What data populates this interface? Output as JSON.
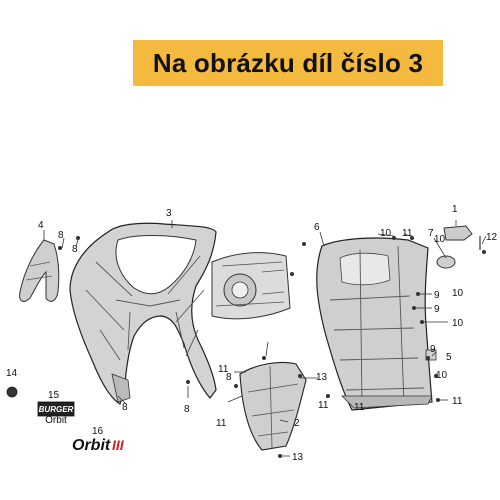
{
  "banner": {
    "text": "Na obrázku díl číslo 3",
    "background": "#f4b93f"
  },
  "logos": {
    "badge": "BURGER",
    "badge_sub": "Orbit",
    "orbit": "Orbit",
    "orbit_mark": "III"
  },
  "callouts": [
    {
      "key": "c1",
      "text": "1"
    },
    {
      "key": "c2",
      "text": "2"
    },
    {
      "key": "c3",
      "text": "3"
    },
    {
      "key": "c4",
      "text": "4"
    },
    {
      "key": "c5",
      "text": "5"
    },
    {
      "key": "c6",
      "text": "6"
    },
    {
      "key": "c7",
      "text": "7"
    },
    {
      "key": "c8a",
      "text": "8"
    },
    {
      "key": "c8b",
      "text": "8"
    },
    {
      "key": "c8c",
      "text": "8"
    },
    {
      "key": "c8d",
      "text": "8"
    },
    {
      "key": "c8e",
      "text": "8"
    },
    {
      "key": "c9a",
      "text": "9"
    },
    {
      "key": "c9b",
      "text": "9"
    },
    {
      "key": "c9c",
      "text": "9"
    },
    {
      "key": "c10a",
      "text": "10"
    },
    {
      "key": "c10b",
      "text": "10"
    },
    {
      "key": "c10c",
      "text": "10"
    },
    {
      "key": "c10d",
      "text": "10"
    },
    {
      "key": "c10e",
      "text": "10"
    },
    {
      "key": "c11a",
      "text": "11"
    },
    {
      "key": "c11b",
      "text": "11"
    },
    {
      "key": "c11c",
      "text": "11"
    },
    {
      "key": "c11d",
      "text": "11"
    },
    {
      "key": "c11e",
      "text": "11"
    },
    {
      "key": "c11f",
      "text": "11"
    },
    {
      "key": "c12",
      "text": "12"
    },
    {
      "key": "c13a",
      "text": "13"
    },
    {
      "key": "c13b",
      "text": "13"
    },
    {
      "key": "c14",
      "text": "14"
    },
    {
      "key": "c15",
      "text": "15"
    },
    {
      "key": "c16",
      "text": "16"
    }
  ]
}
